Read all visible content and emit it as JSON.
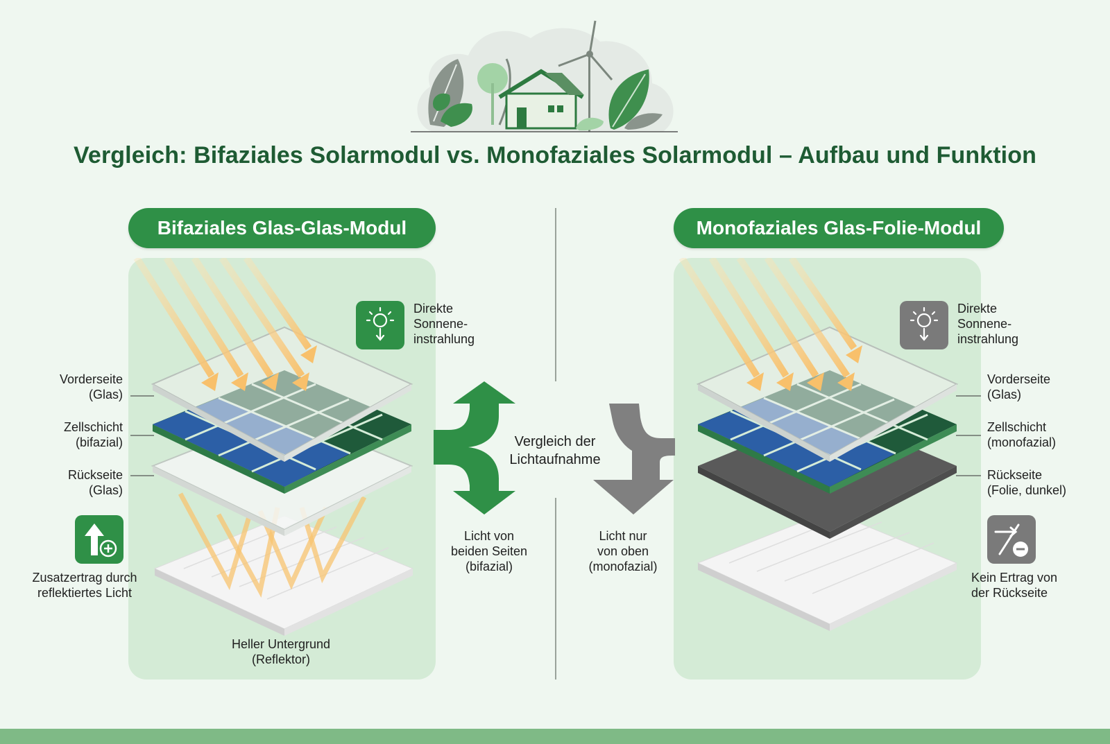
{
  "title": "Vergleich: Bifaziales Solarmodul vs. Monofaziales Solarmodul – Aufbau und Funktion",
  "left": {
    "heading": "Bifaziales Glas-Glas-Modul",
    "sun_label": [
      "Direkte",
      "Sonnene-",
      "instrahlung"
    ],
    "front_label": [
      "Vorderseite",
      "(Glas)"
    ],
    "cell_label": [
      "Zellschicht",
      "(bifazial)"
    ],
    "back_label": [
      "Rückseite",
      "(Glas)"
    ],
    "extra_label": [
      "Zusatzertrag durch",
      "reflektiertes Licht"
    ],
    "ground_label": [
      "Heller Untergrund",
      "(Reflektor)"
    ]
  },
  "right": {
    "heading": "Monofaziales Glas-Folie-Modul",
    "sun_label": [
      "Direkte",
      "Sonnene-",
      "instrahlung"
    ],
    "front_label": [
      "Vorderseite",
      "(Glas)"
    ],
    "cell_label": [
      "Zellschicht",
      "(monofazial)"
    ],
    "back_label": [
      "Rückseite",
      "(Folie, dunkel)"
    ],
    "no_yield_label": [
      "Kein Ertrag von",
      "der Rückseite"
    ]
  },
  "center": {
    "compare_label": [
      "Vergleich der",
      "Lichtaufnahme"
    ],
    "bifacial_note": [
      "Licht von",
      "beiden Seiten",
      "(bifazial)"
    ],
    "monofacial_note": [
      "Licht nur",
      "von oben",
      "(monofazial)"
    ]
  },
  "colors": {
    "brand_green": "#2f9047",
    "title_green": "#1e5b33",
    "panel_bg": "#d4ebd6",
    "sun_ray": "#f9c97a",
    "cell_blue": "#2c5fa6",
    "cell_green": "#1f5a3a",
    "gray_icon": "#7a7a7a"
  },
  "icons": [
    "house-icon",
    "wind-turbine-icon",
    "leaf-icon",
    "sun-icon",
    "arrow-up-plus-icon",
    "no-yield-icon",
    "double-arrow-icon"
  ]
}
